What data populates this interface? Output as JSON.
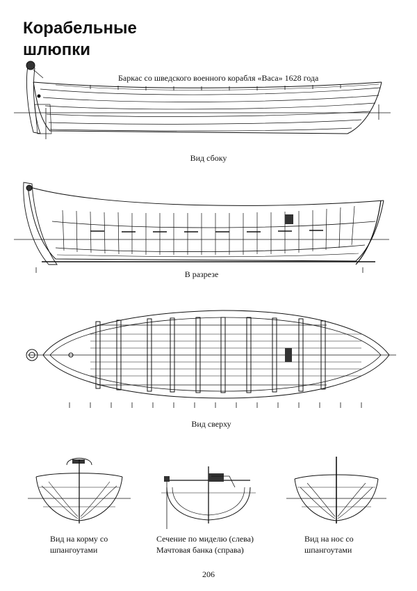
{
  "page": {
    "title_line1": "Корабельные",
    "title_line2": "шлюпки",
    "page_number": "206"
  },
  "figures": {
    "side": {
      "title": "Баркас со шведского военного корабля «Васа» 1628 года",
      "caption": "Вид сбоку"
    },
    "section": {
      "caption": "В разрезе"
    },
    "top": {
      "caption": "Вид сверху"
    },
    "stern": {
      "caption_line1": "Вид на корму со",
      "caption_line2": "шпангоутами"
    },
    "midship": {
      "caption_line1": "Сечение по миделю (слева)",
      "caption_line2": "Мачтовая банка (справа)"
    },
    "bow": {
      "caption_line1": "Вид на нос со",
      "caption_line2": "шпангоутами"
    }
  },
  "icons": {
    "side_view": "boat-side-elevation-drawing",
    "section_view": "boat-longitudinal-section-drawing",
    "top_view": "boat-plan-view-drawing",
    "stern_view": "boat-stern-body-plan-drawing",
    "midship_view": "boat-midship-section-drawing",
    "bow_view": "boat-bow-body-plan-drawing"
  }
}
